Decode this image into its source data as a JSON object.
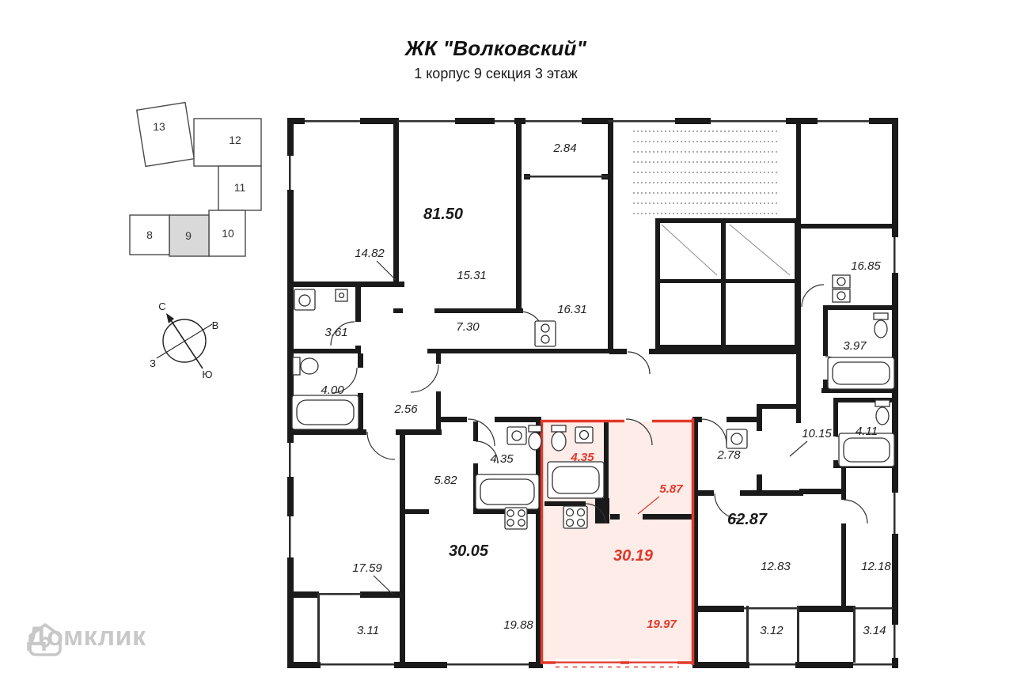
{
  "header": {
    "title": "ЖК \"Волковский\"",
    "subtitle": "1 корпус 9 секция 3 этаж"
  },
  "minimap": {
    "sections": [
      {
        "label": "13",
        "active": false
      },
      {
        "label": "12",
        "active": false
      },
      {
        "label": "11",
        "active": false
      },
      {
        "label": "10",
        "active": false
      },
      {
        "label": "9",
        "active": true
      },
      {
        "label": "8",
        "active": false
      }
    ]
  },
  "compass": {
    "n": "С",
    "e": "В",
    "s": "Ю",
    "w": "З"
  },
  "plan": {
    "rooms": [
      {
        "label": "81.50",
        "highlighted": false,
        "is_total": true
      },
      {
        "label": "14.82",
        "highlighted": false,
        "is_total": false
      },
      {
        "label": "15.31",
        "highlighted": false,
        "is_total": false
      },
      {
        "label": "2.84",
        "highlighted": false,
        "is_total": false
      },
      {
        "label": "16.31",
        "highlighted": false,
        "is_total": false
      },
      {
        "label": "7.30",
        "highlighted": false,
        "is_total": false
      },
      {
        "label": "3.61",
        "highlighted": false,
        "is_total": false
      },
      {
        "label": "4.00",
        "highlighted": false,
        "is_total": false
      },
      {
        "label": "2.56",
        "highlighted": false,
        "is_total": false
      },
      {
        "label": "4.35",
        "highlighted": false,
        "is_total": false
      },
      {
        "label": "5.82",
        "highlighted": false,
        "is_total": false
      },
      {
        "label": "4.35",
        "highlighted": true,
        "is_total": false
      },
      {
        "label": "5.87",
        "highlighted": true,
        "is_total": false
      },
      {
        "label": "2.78",
        "highlighted": false,
        "is_total": false
      },
      {
        "label": "10.15",
        "highlighted": false,
        "is_total": false
      },
      {
        "label": "3.97",
        "highlighted": false,
        "is_total": false
      },
      {
        "label": "4.11",
        "highlighted": false,
        "is_total": false
      },
      {
        "label": "16.85",
        "highlighted": false,
        "is_total": false
      },
      {
        "label": "30.05",
        "highlighted": false,
        "is_total": true
      },
      {
        "label": "30.19",
        "highlighted": true,
        "is_total": true
      },
      {
        "label": "62.87",
        "highlighted": false,
        "is_total": true
      },
      {
        "label": "17.59",
        "highlighted": false,
        "is_total": false
      },
      {
        "label": "12.83",
        "highlighted": false,
        "is_total": false
      },
      {
        "label": "12.18",
        "highlighted": false,
        "is_total": false
      },
      {
        "label": "19.88",
        "highlighted": false,
        "is_total": false
      },
      {
        "label": "19.97",
        "highlighted": true,
        "is_total": false
      },
      {
        "label": "3.11",
        "highlighted": false,
        "is_total": false
      },
      {
        "label": "3.12",
        "highlighted": false,
        "is_total": false
      },
      {
        "label": "3.14",
        "highlighted": false,
        "is_total": false
      }
    ]
  },
  "watermark": {
    "brand": "Домклик"
  },
  "colors": {
    "highlight": "#e0392b",
    "highlight_fill": "#fdece8",
    "wall": "#1a1a1a",
    "watermark": "#c8c8c8"
  }
}
